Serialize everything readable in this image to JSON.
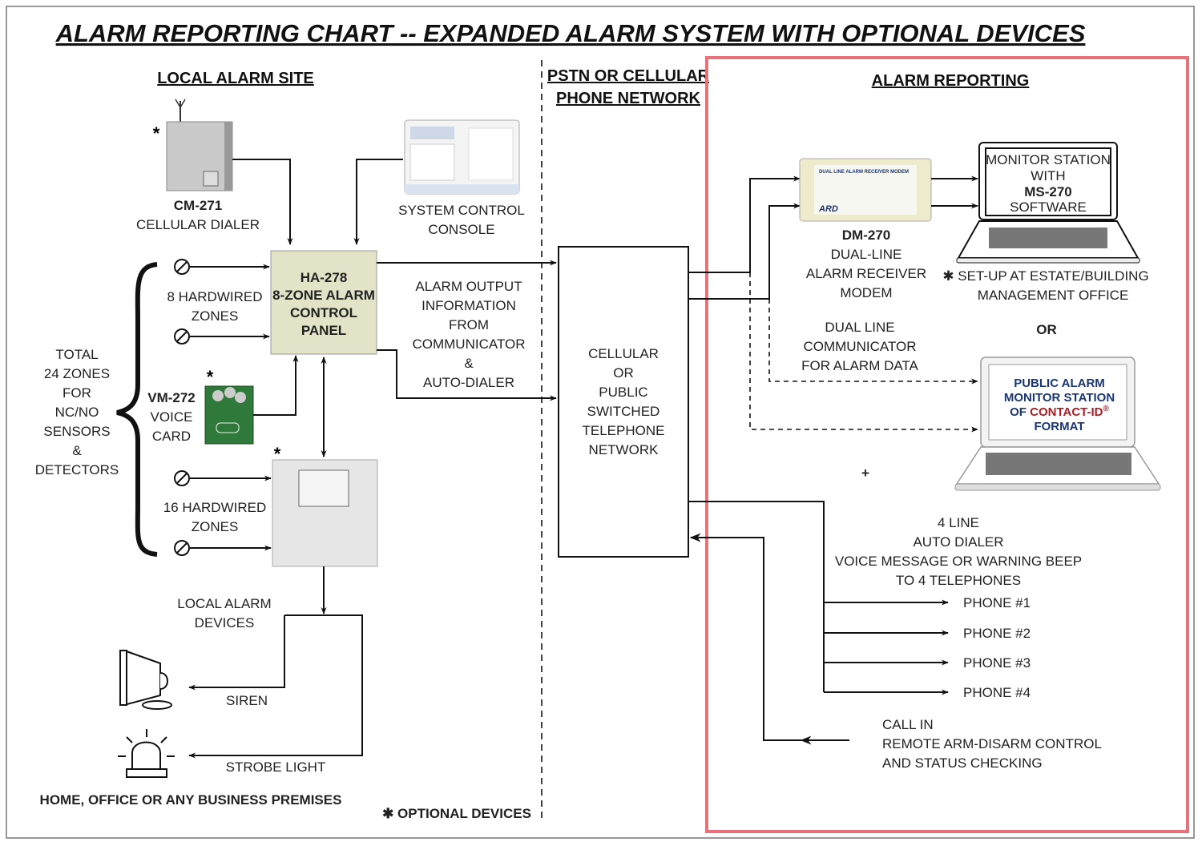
{
  "title": "ALARM REPORTING CHART -- EXPANDED ALARM SYSTEM WITH OPTIONAL DEVICES",
  "sections": {
    "local": "LOCAL ALARM SITE",
    "network": [
      "PSTN OR CELLULAR",
      "PHONE NETWORK"
    ],
    "reporting": "ALARM REPORTING"
  },
  "colors": {
    "highlight_border": "#e8717a",
    "panel": "#e3e3c8",
    "screen_text": "#1b3677",
    "contact_id": "#b01c24"
  },
  "local_site": {
    "cm271": {
      "model": "CM-271",
      "desc": "CELLULAR DIALER",
      "optional_mark": "*"
    },
    "console": [
      "SYSTEM CONTROL",
      "CONSOLE"
    ],
    "panel": [
      "HA-278",
      "8-ZONE ALARM",
      "CONTROL",
      "PANEL"
    ],
    "zones8": [
      "8 HARDWIRED",
      "ZONES"
    ],
    "zones16": [
      "16 HARDWIRED",
      "ZONES"
    ],
    "total": [
      "TOTAL",
      "24 ZONES",
      "FOR",
      "NC/NO",
      "SENSORS",
      "&",
      "DETECTORS"
    ],
    "vm272": {
      "model": "VM-272",
      "lines": [
        "VOICE",
        "CARD"
      ],
      "optional_mark": "*"
    },
    "expander_mark": "*",
    "local_devices": [
      "LOCAL ALARM",
      "DEVICES"
    ],
    "siren": "SIREN",
    "strobe": "STROBE LIGHT",
    "premises": "HOME, OFFICE OR ANY BUSINESS PREMISES",
    "output_info": [
      "ALARM OUTPUT",
      "INFORMATION",
      "FROM",
      "COMMUNICATOR",
      "&",
      "AUTO-DIALER"
    ],
    "optional_note": "✱ OPTIONAL DEVICES"
  },
  "network_box": [
    "CELLULAR",
    "OR",
    "PUBLIC",
    "SWITCHED",
    "TELEPHONE",
    "NETWORK"
  ],
  "reporting": {
    "dm270": [
      "DM-270",
      "DUAL-LINE",
      "ALARM RECEIVER",
      "MODEM"
    ],
    "monitor_screen": [
      "MONITOR STATION",
      "WITH",
      "MS-270",
      "SOFTWARE"
    ],
    "setup_note": [
      "✱ SET-UP AT ESTATE/BUILDING",
      "MANAGEMENT OFFICE"
    ],
    "or": "OR",
    "dual_line": [
      "DUAL LINE",
      "COMMUNICATOR",
      "FOR ALARM DATA"
    ],
    "public_screen": {
      "l1": "PUBLIC ALARM",
      "l2": "MONITOR STATION",
      "l3a": "OF ",
      "l3b": "CONTACT-ID",
      "reg": "®",
      "l4": "FORMAT"
    },
    "plus": "+",
    "auto_dialer": [
      "4 LINE",
      "AUTO DIALER",
      "VOICE MESSAGE OR WARNING BEEP",
      "TO 4 TELEPHONES"
    ],
    "phones": [
      "PHONE #1",
      "PHONE #2",
      "PHONE #3",
      "PHONE #4"
    ],
    "call_in": [
      "CALL IN",
      "REMOTE ARM-DISARM CONTROL",
      "AND STATUS CHECKING"
    ]
  }
}
